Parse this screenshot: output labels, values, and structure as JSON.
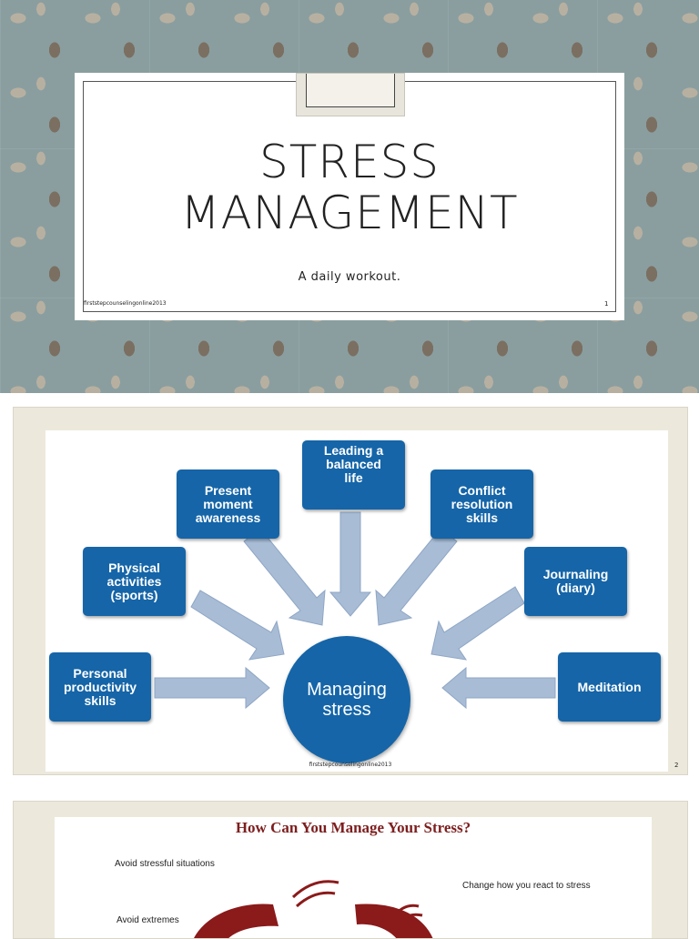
{
  "slide1": {
    "title_line1": "STRESS",
    "title_line2": "MANAGEMENT",
    "subtitle": "A daily workout.",
    "footer": "firststepcounselingonline2013",
    "page_number": "1"
  },
  "slide2": {
    "hub_label_line1": "Managing",
    "hub_label_line2": "stress",
    "items": [
      {
        "lines": [
          "Personal",
          "productivity",
          "skills"
        ]
      },
      {
        "lines": [
          "Physical",
          "activities",
          "(sports)"
        ]
      },
      {
        "lines": [
          "Present",
          "moment",
          "awareness"
        ]
      },
      {
        "lines": [
          "Leading a",
          "balanced",
          "life"
        ]
      },
      {
        "lines": [
          "Conflict",
          "resolution",
          "skills"
        ]
      },
      {
        "lines": [
          "Journaling",
          "(diary)"
        ]
      },
      {
        "lines": [
          "Meditation"
        ]
      }
    ],
    "footer": "firststepcounselingonline2013",
    "page_number": "2",
    "colors": {
      "box": "#1565a8",
      "arrow": "#a8bcd6"
    }
  },
  "slide3": {
    "title": "How Can You Manage Your Stress?",
    "left_items": [
      "Avoid stressful situations",
      "Avoid extremes"
    ],
    "right_items": [
      "Change how you react to stress"
    ],
    "colors": {
      "title": "#7d1e1e",
      "art": "#8b1a1a"
    }
  }
}
